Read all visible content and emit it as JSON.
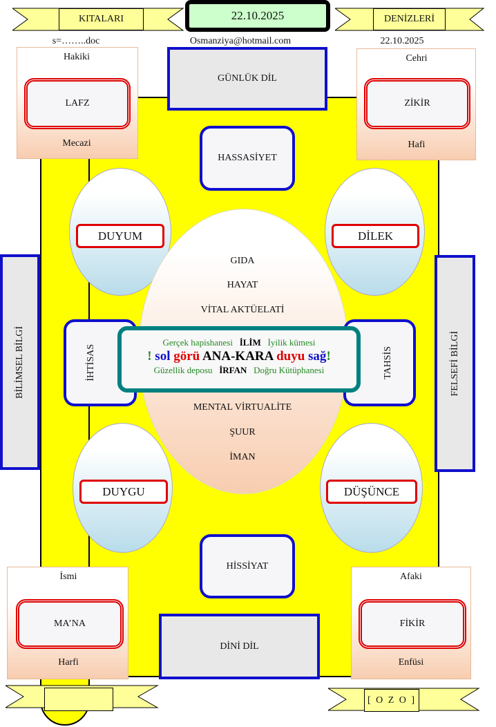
{
  "banners": {
    "left": "KITALARI",
    "right": "DENİZLERİ",
    "bottom_left": "",
    "bottom_right": "[ O Z O ]"
  },
  "date_box": "22.10.2025",
  "header": {
    "file": "s=……..doc",
    "email": "Osmanziya@hotmail.com",
    "date": "22.10.2025"
  },
  "cards": {
    "top_left": {
      "top": "Hakiki",
      "center": "LAFZ",
      "bottom": "Mecazi"
    },
    "top_right": {
      "top": "Cehri",
      "center": "ZİKİR",
      "bottom": "Hafi"
    },
    "bottom_left": {
      "top": "İsmi",
      "center": "MA’NA",
      "bottom": "Harfi"
    },
    "bottom_right": {
      "top": "Afaki",
      "center": "FİKİR",
      "bottom": "Enfüsi"
    }
  },
  "boxes": {
    "gunluk": "GÜNLÜK DİL",
    "dini": "DİNİ DİL",
    "hassasiyet": "HASSASİYET",
    "hissiyat": "HİSSİYAT",
    "ihtisas": "İHTİSAS",
    "tahsis": "TAHSİS",
    "bilimsel": "BİLİMSEL BİLGİ",
    "felsefi": "FELSEFİ BİLGİ"
  },
  "ovals": {
    "duyum": "DUYUM",
    "dilek": "DİLEK",
    "duygu": "DUYGU",
    "dusunce": "DÜŞÜNCE"
  },
  "center": {
    "top": [
      "GIDA",
      "HAYAT",
      "VİTAL AKTÜELATİ"
    ],
    "bottom": [
      "MENTAL VİRTUALİTE",
      "ŞUUR",
      "İMAN"
    ]
  },
  "core": {
    "row1": [
      "Gerçek hapishanesi",
      "İLİM",
      "İyilik kümesi"
    ],
    "row2": [
      "!",
      "sol",
      "görü",
      "ANA-KARA",
      "duyu",
      "sağ",
      "!"
    ],
    "row3": [
      "Güzellik deposu",
      "İRFAN",
      "Doğru Kütüphanesi"
    ]
  },
  "colors": {
    "yellow": "#ffff00",
    "blue": "#1010cc",
    "red": "#e00000",
    "teal": "#008080",
    "green": "#228822"
  }
}
